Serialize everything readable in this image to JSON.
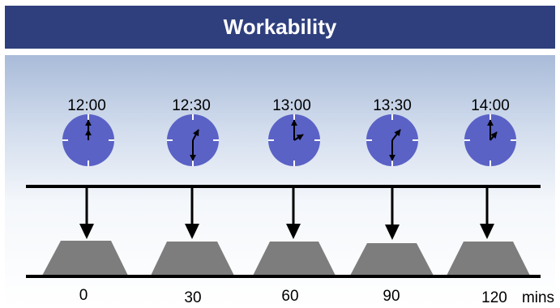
{
  "title": "Workability",
  "times": [
    "12:00",
    "12:30",
    "13:00",
    "13:30",
    "14:00"
  ],
  "elapsed_minutes": [
    "0",
    "30",
    "60",
    "90",
    "120"
  ],
  "unit_label": "mins",
  "colors": {
    "header": "#2f3f7d",
    "clock_face": "#5a62c6",
    "cone": "#7d7d7d",
    "line": "#000000"
  }
}
